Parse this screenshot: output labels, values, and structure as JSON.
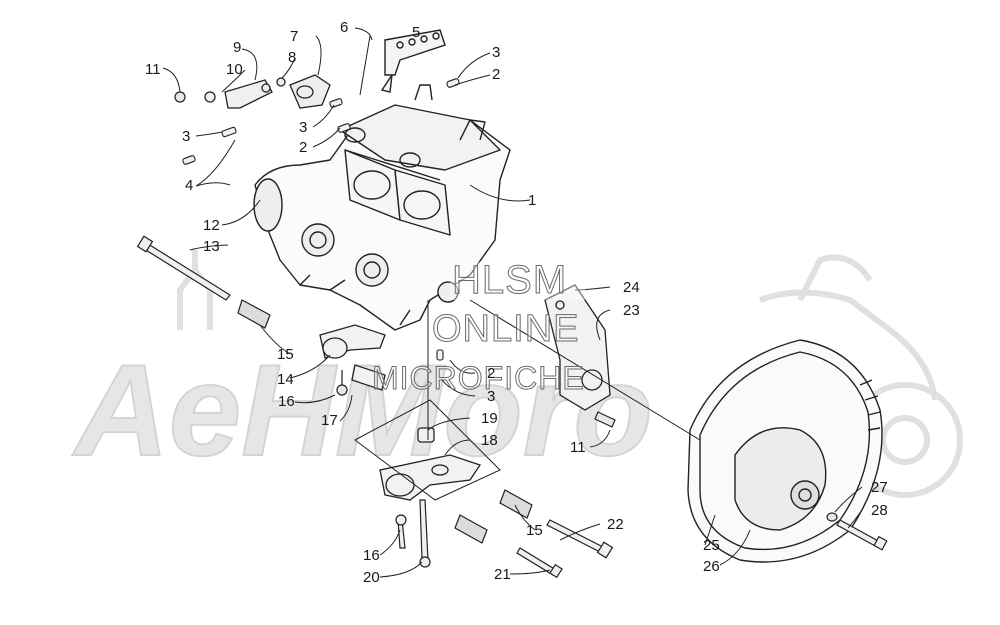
{
  "diagram": {
    "callouts": [
      "1",
      "2",
      "3",
      "4",
      "5",
      "6",
      "7",
      "8",
      "9",
      "10",
      "11",
      "12",
      "13",
      "14",
      "15",
      "16",
      "17",
      "18",
      "19",
      "20",
      "21",
      "22",
      "23",
      "24",
      "25",
      "26",
      "27",
      "28"
    ],
    "duplicate_callouts": {
      "11b": "11",
      "3b": "3",
      "3c": "3",
      "3d": "3",
      "2b": "2",
      "2c": "2",
      "15b": "15",
      "16b": "16"
    }
  },
  "watermark": {
    "line1": "HLSM",
    "line2": "ONLINE",
    "line3": "MICROFICHE"
  },
  "brand_mark": "AeHMoro",
  "colors": {
    "ink": "#1a1a1a",
    "watermark": "#d9d9d9"
  }
}
